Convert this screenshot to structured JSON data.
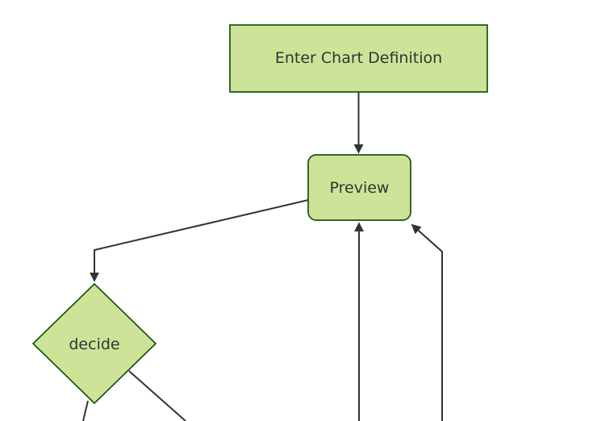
{
  "diagram": {
    "type": "flowchart",
    "background": "#ffffff",
    "colors": {
      "node_fill": "#cde498",
      "node_border": "#13540c",
      "edge": "#333333",
      "text": "#333333"
    },
    "nodes": [
      {
        "id": "enter-chart-definition",
        "shape": "rectangle",
        "label": "Enter Chart Definition"
      },
      {
        "id": "preview",
        "shape": "rounded-rectangle",
        "label": "Preview"
      },
      {
        "id": "decide",
        "shape": "diamond",
        "label": "decide"
      }
    ],
    "edges": [
      {
        "from": "enter-chart-definition",
        "to": "preview",
        "arrow": true
      },
      {
        "from": "preview",
        "to": "decide",
        "arrow": true
      },
      {
        "from": "offscreen-bottom-middle",
        "to": "preview",
        "arrow": true
      },
      {
        "from": "offscreen-bottom-right",
        "to": "preview",
        "arrow": true
      },
      {
        "from": "decide",
        "to": "offscreen-bottom-left",
        "arrow": false
      },
      {
        "from": "decide",
        "to": "offscreen-bottom-right",
        "arrow": false
      }
    ]
  }
}
